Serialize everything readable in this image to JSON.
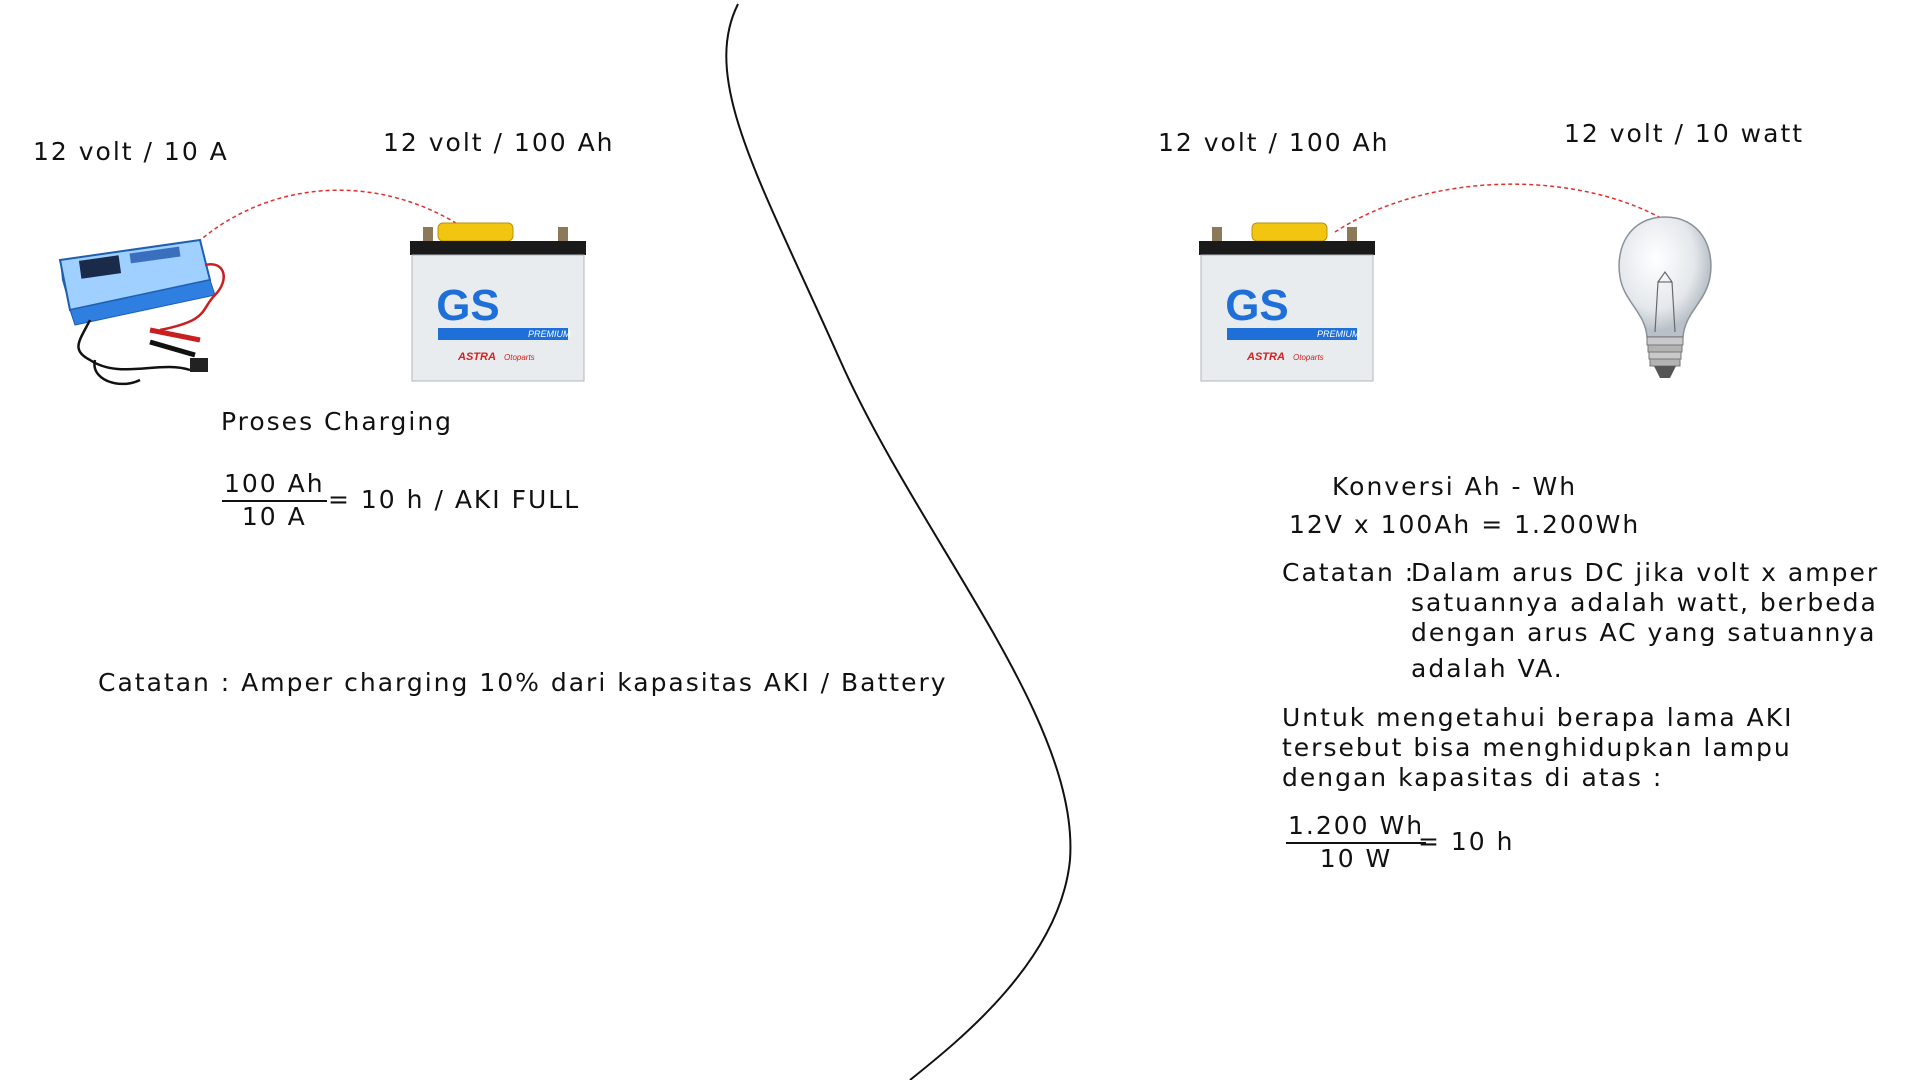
{
  "left": {
    "charger_rating": "12 volt / 10 A",
    "battery_rating": "12 volt / 100 Ah",
    "process_title": "Proses Charging",
    "formula": {
      "numerator": "100 Ah",
      "denominator": "10 A",
      "result": "= 10 h / AKI FULL"
    },
    "note": "Catatan : Amper charging 10% dari kapasitas AKI  / Battery"
  },
  "right": {
    "battery_rating": "12 volt / 100 Ah",
    "lamp_rating": "12 volt / 10 watt",
    "conversion_title": "Konversi Ah - Wh",
    "conversion_formula": "12V x 100Ah = 1.200Wh",
    "note_label": "Catatan :",
    "note_lines": [
      "Dalam arus DC jika volt x amper",
      "satuannya adalah watt, berbeda",
      "dengan arus AC yang satuannya",
      "adalah VA."
    ],
    "question_lines": [
      "Untuk mengetahui berapa lama AKI",
      "tersebut bisa menghidupkan lampu",
      "dengan kapasitas di atas :"
    ],
    "formula": {
      "numerator": "1.200 Wh",
      "denominator": "10 W",
      "result": "= 10 h"
    }
  },
  "battery_brand": {
    "logo": "GS",
    "sub": "PREMIUM",
    "maker": "ASTRA",
    "maker_sub": "Otoparts"
  },
  "colors": {
    "charger_blue": "#2f7fe0",
    "battery_handle": "#f2c511",
    "gs_blue": "#1f6fd8",
    "wire_red": "#e03030",
    "astra_red": "#d42020"
  }
}
